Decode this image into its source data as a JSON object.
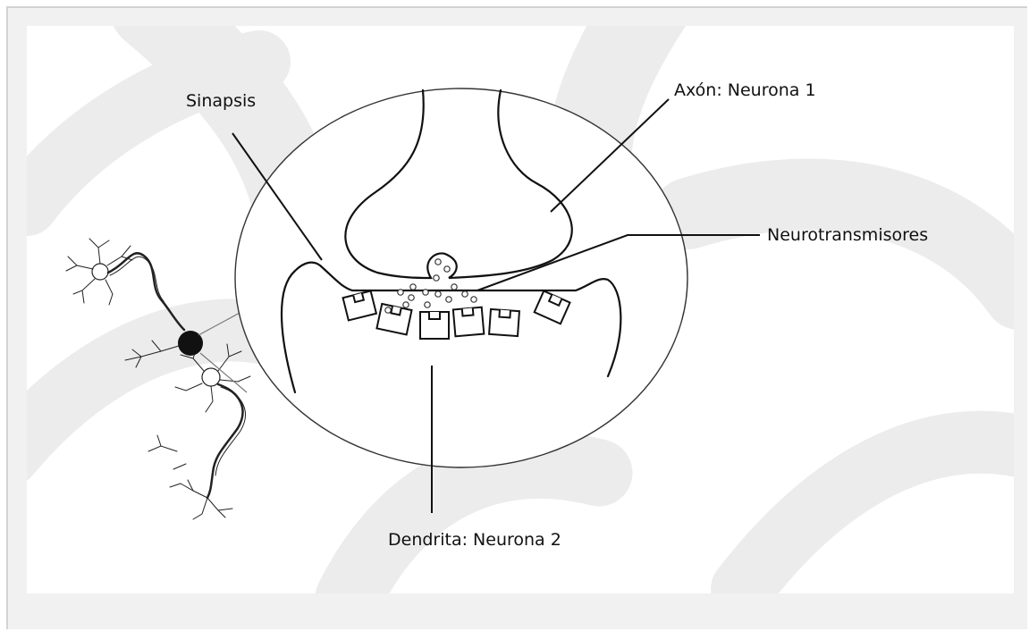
{
  "diagram": {
    "labels": {
      "synapse": "Sinapsis",
      "axon": "Axón: Neurona 1",
      "neurotransmitters": "Neurotransmisores",
      "dendrite": "Dendrita: Neurona 2"
    }
  }
}
